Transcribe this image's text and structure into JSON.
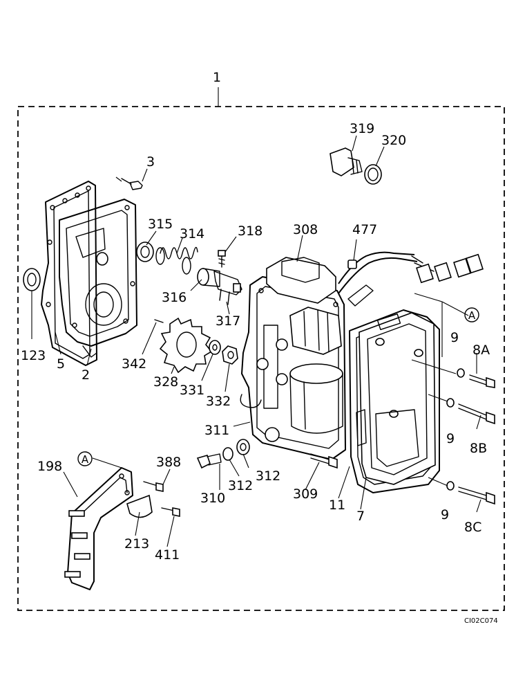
{
  "drawing_code": "CI02C074",
  "callouts": [
    {
      "id": "1",
      "text": "1"
    },
    {
      "id": "3",
      "text": "3"
    },
    {
      "id": "319",
      "text": "319"
    },
    {
      "id": "320",
      "text": "320"
    },
    {
      "id": "315",
      "text": "315"
    },
    {
      "id": "314",
      "text": "314"
    },
    {
      "id": "318",
      "text": "318"
    },
    {
      "id": "308",
      "text": "308"
    },
    {
      "id": "477",
      "text": "477"
    },
    {
      "id": "316",
      "text": "316"
    },
    {
      "id": "317",
      "text": "317"
    },
    {
      "id": "123",
      "text": "123"
    },
    {
      "id": "5",
      "text": "5"
    },
    {
      "id": "2",
      "text": "2"
    },
    {
      "id": "342",
      "text": "342"
    },
    {
      "id": "328",
      "text": "328"
    },
    {
      "id": "331",
      "text": "331"
    },
    {
      "id": "332",
      "text": "332"
    },
    {
      "id": "9a",
      "text": "9"
    },
    {
      "id": "8A",
      "text": "8A"
    },
    {
      "id": "9b",
      "text": "9"
    },
    {
      "id": "8B",
      "text": "8B"
    },
    {
      "id": "311",
      "text": "311"
    },
    {
      "id": "198",
      "text": "198"
    },
    {
      "id": "388",
      "text": "388"
    },
    {
      "id": "312a",
      "text": "312"
    },
    {
      "id": "312b",
      "text": "312"
    },
    {
      "id": "310",
      "text": "310"
    },
    {
      "id": "309",
      "text": "309"
    },
    {
      "id": "11",
      "text": "11"
    },
    {
      "id": "7",
      "text": "7"
    },
    {
      "id": "9c",
      "text": "9"
    },
    {
      "id": "8C",
      "text": "8C"
    },
    {
      "id": "213",
      "text": "213"
    },
    {
      "id": "411",
      "text": "411"
    }
  ],
  "reference_marks": [
    {
      "id": "A1",
      "text": "A"
    },
    {
      "id": "A2",
      "text": "A"
    }
  ]
}
